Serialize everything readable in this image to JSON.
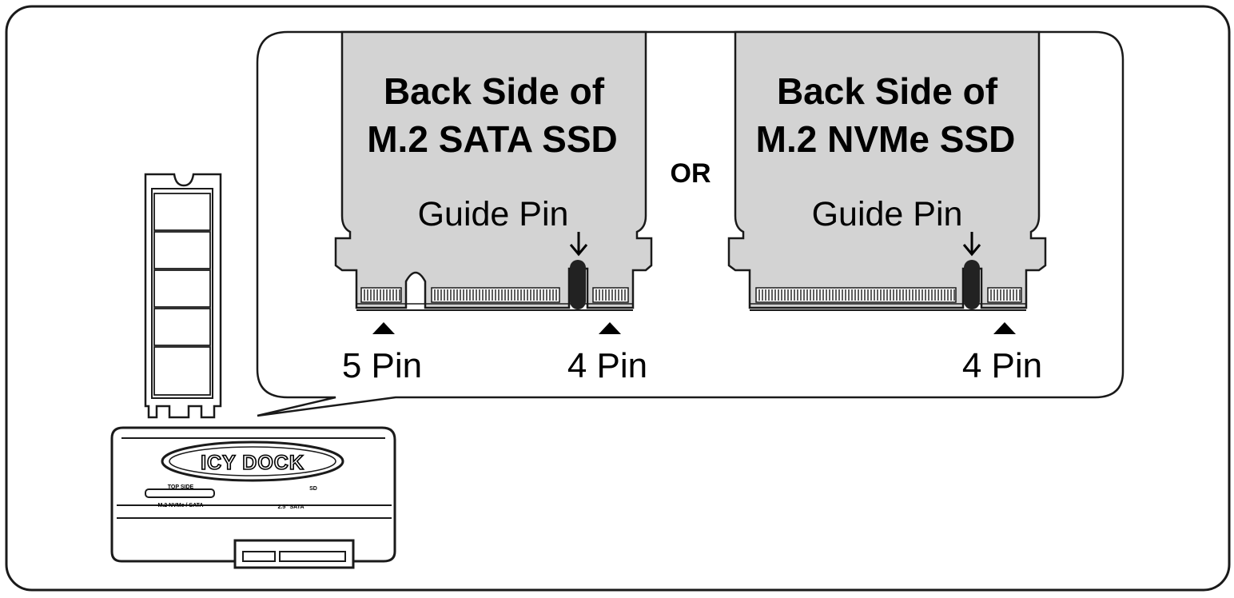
{
  "cards": {
    "sata": {
      "title_line1": "Back Side of",
      "title_line2": "M.2 SATA SSD",
      "guide_pin": "Guide Pin"
    },
    "nvme": {
      "title_line1": "Back Side of",
      "title_line2": "M.2 NVMe SSD",
      "guide_pin": "Guide Pin"
    }
  },
  "separator": "OR",
  "pin_labels": {
    "sata_left": "5 Pin",
    "sata_right": "4 Pin",
    "nvme_right": "4 Pin"
  },
  "adapter": {
    "logo": "ICY DOCK",
    "top_side": "TOP SIDE",
    "m2_label": "M.2 NVMe / SATA",
    "sata_label": "2.5\" SATA",
    "led_label": "SD"
  },
  "colors": {
    "card_fill": "#d3d3d3",
    "outline": "#1a1a1a",
    "guide_pin": "#222222"
  }
}
